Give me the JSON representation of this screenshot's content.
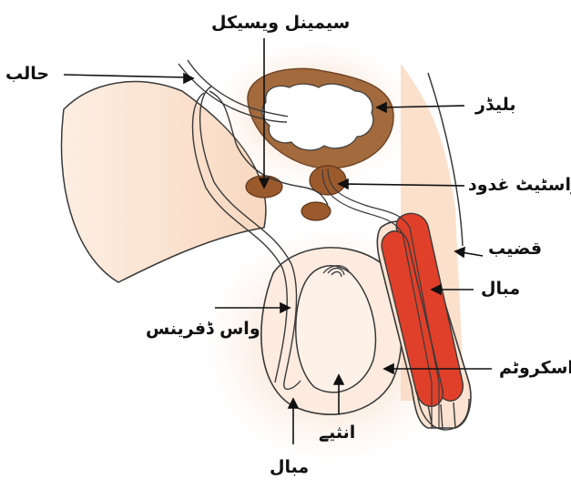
{
  "labels": {
    "urethra_top": "حالب",
    "seminal_vesicle": "سیمینل ویسیکل",
    "bladder": "بلیڈر",
    "prostate": "پراسٹیٹ غدود",
    "penis": "قضیب",
    "urethra_right": "مبال",
    "scrotum": "اسکروٹم",
    "vas_deferens": "واس ڈفرینس",
    "testis": "انثیے",
    "urethra_bottom": "مبال"
  },
  "colors": {
    "skin": "#fbe3d0",
    "skin_glow": "#f3c4a3",
    "bladder": "#a26a3d",
    "bladder_inner": "#ffffff",
    "gland": "#9b5a2c",
    "erectile": "#e0402a",
    "outline": "#3a3a3a",
    "leader": "#111111"
  }
}
